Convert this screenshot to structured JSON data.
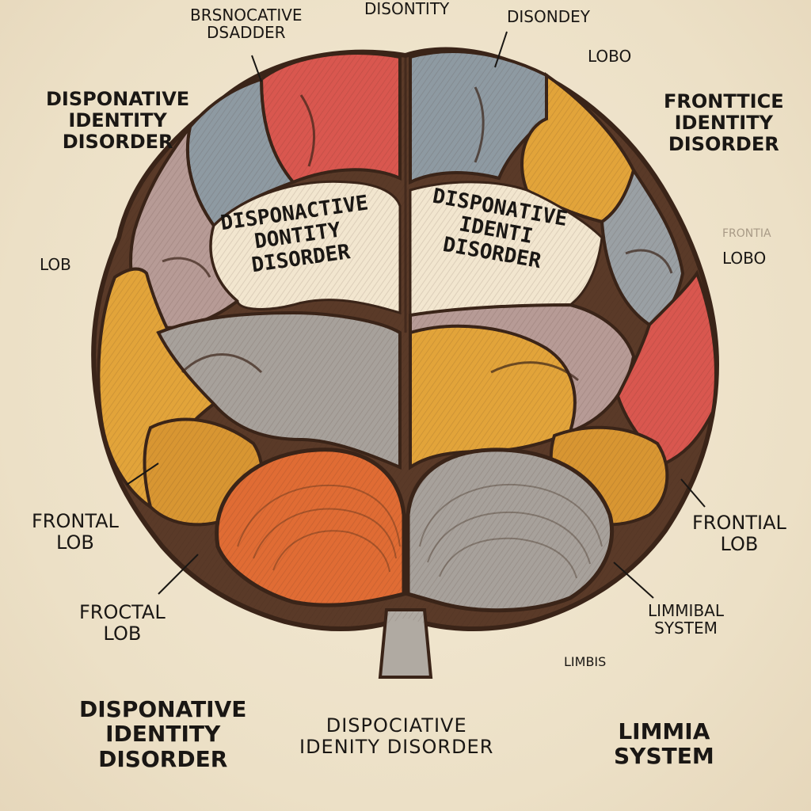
{
  "labels": {
    "top_left": [
      "BRSNOCATIVE",
      "DSADDER"
    ],
    "top_center": [
      "DISONTITY"
    ],
    "top_right": [
      "DISONDEY"
    ],
    "lobo_top_right": [
      "LOBO"
    ],
    "left_upper": [
      "DISPONATIVE",
      "IDENTITY",
      "DISORDER"
    ],
    "right_upper": [
      "FRONTTICE",
      "IDENTITY",
      "DISORDER"
    ],
    "lob_left": [
      "LOB"
    ],
    "faint_right": [
      "FRONTIA"
    ],
    "lobo_right": [
      "LOBO"
    ],
    "brain_left": [
      "DISPONACTIVE",
      "DONTITY",
      "DISORDER"
    ],
    "brain_right": [
      "DISPONATIVE",
      "IDENTI",
      "DISORDER"
    ],
    "frontal_left": [
      "FRONTAL",
      "LOB"
    ],
    "frontal_right": [
      "FRONTIAL",
      "LOB"
    ],
    "froctal": [
      "FROCTAL",
      "LOB"
    ],
    "limmibal": [
      "LIMMIBAL",
      "SYSTEM"
    ],
    "limbis": [
      "LIMBIS"
    ],
    "bottom_left": [
      "DISPONATIVE",
      "IDENTITY",
      "DISORDER"
    ],
    "bottom_center": [
      "DISPOCIATIVE",
      "IDENITY DISORDER"
    ],
    "bottom_right": [
      "LIMMIA",
      "SYSTEM"
    ]
  },
  "colors": {
    "background": "#efe3cc",
    "outline": "#3a2418",
    "red": "#d9574f",
    "blue_gray": "#8e9aa2",
    "mauve": "#b79b96",
    "yellow": "#e2a43a",
    "gray": "#a7a19b",
    "orange": "#e06c34",
    "cream": "#f2e6cf"
  }
}
